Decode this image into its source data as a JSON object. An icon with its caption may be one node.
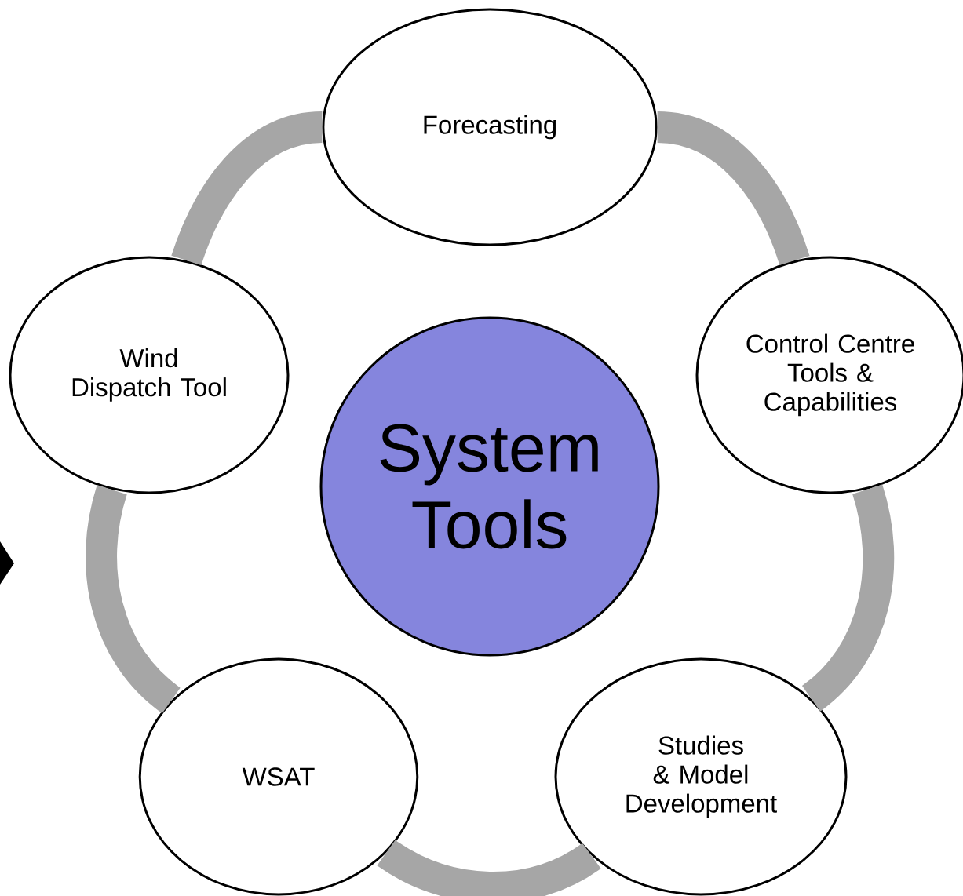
{
  "diagram": {
    "nodes": [
      {
        "text": [
          "Forecasting"
        ]
      },
      {
        "text": [
          "Wind Dispatch Tool"
        ]
      },
      {
        "text": [
          "System Tools"
        ]
      },
      {
        "text": [
          "Control Centre Tools & Capabilities"
        ]
      },
      {
        "text": [
          "WSAT"
        ]
      },
      {
        "text": [
          "Studies & Model Development"
        ]
      }
    ],
    "edges": [
      {
        "from": 0,
        "to": 3,
        "arrow": "none"
      },
      {
        "from": 3,
        "to": 5,
        "arrow": "none"
      },
      {
        "from": 5,
        "to": 4,
        "arrow": "none"
      },
      {
        "from": 4,
        "to": 1,
        "arrow": "none"
      },
      {
        "from": 1,
        "to": 0,
        "arrow": "none"
      }
    ]
  }
}
